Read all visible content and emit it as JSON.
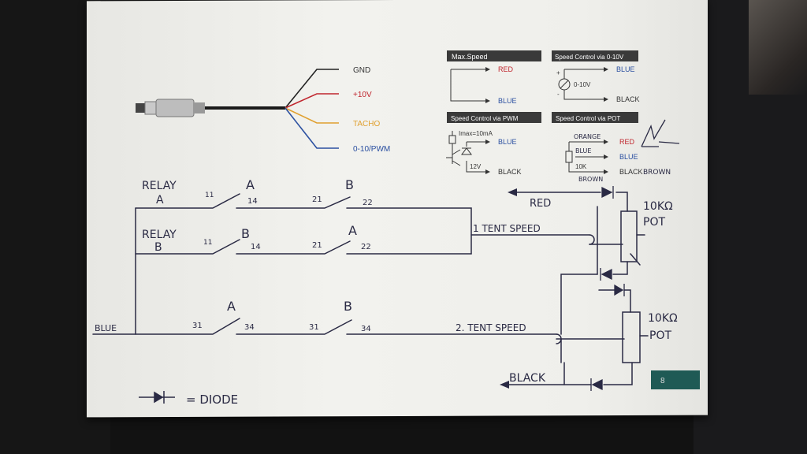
{
  "cable": {
    "wires": [
      {
        "label": "GND",
        "color": "#222222"
      },
      {
        "label": "+10V",
        "color": "#c0262e"
      },
      {
        "label": "TACHO",
        "color": "#e0a030"
      },
      {
        "label": "0-10/PWM",
        "color": "#2a4fa0"
      }
    ]
  },
  "boxes": {
    "max_speed": {
      "title": "Max.Speed",
      "red": "RED",
      "blue": "BLUE"
    },
    "speed_010v": {
      "title": "Speed Control via 0-10V",
      "plus": "+",
      "minus": "-",
      "voltage": "0-10V",
      "blue": "BLUE",
      "black": "BLACK"
    },
    "speed_pwm": {
      "title": "Speed Control via PWM",
      "imax": "Imax=10mA",
      "blue": "BLUE",
      "v12": "12V",
      "black": "BLACK"
    },
    "speed_pot": {
      "title": "Speed Control via POT",
      "orange": "ORANGE",
      "red": "RED",
      "blue": "BLUE",
      "k10": "10K",
      "black": "BLACK",
      "brown": "BROWN",
      "brown2": "BROWN"
    }
  },
  "handwritten": {
    "relay_a_l1": "RELAY",
    "relay_a_l2": "A",
    "relay_b_l1": "RELAY",
    "relay_b_l2": "B",
    "t11a": "11",
    "t14a": "14",
    "sw_a1": "A",
    "t21a": "21",
    "sw_b1": "B",
    "t22a": "22",
    "t11b": "11",
    "sw_b2": "B",
    "t14b": "14",
    "t21b": "21",
    "sw_a2": "A",
    "t22b": "22",
    "blue_label": "BLUE",
    "t31a": "31",
    "sw_a3": "A",
    "t34a": "34",
    "t31b": "31",
    "sw_b3": "B",
    "t34b": "34",
    "red_label": "RED",
    "tent1": "1 TENT SPEED",
    "tent2": "2. TENT SPEED",
    "pot1_l1": "10KΩ",
    "pot1_l2": "POT",
    "pot2_l1": "10KΩ",
    "pot2_l2": "POT",
    "black_label": "BLACK",
    "diode_legend": "= DIODE"
  },
  "page_number": "8",
  "colors": {
    "paper": "#efefeb",
    "ink": "#2a2a44",
    "print": "#333333",
    "red_print": "#c0262e",
    "blue_print": "#2a4fa0",
    "page_tab": "#1f5a55"
  }
}
